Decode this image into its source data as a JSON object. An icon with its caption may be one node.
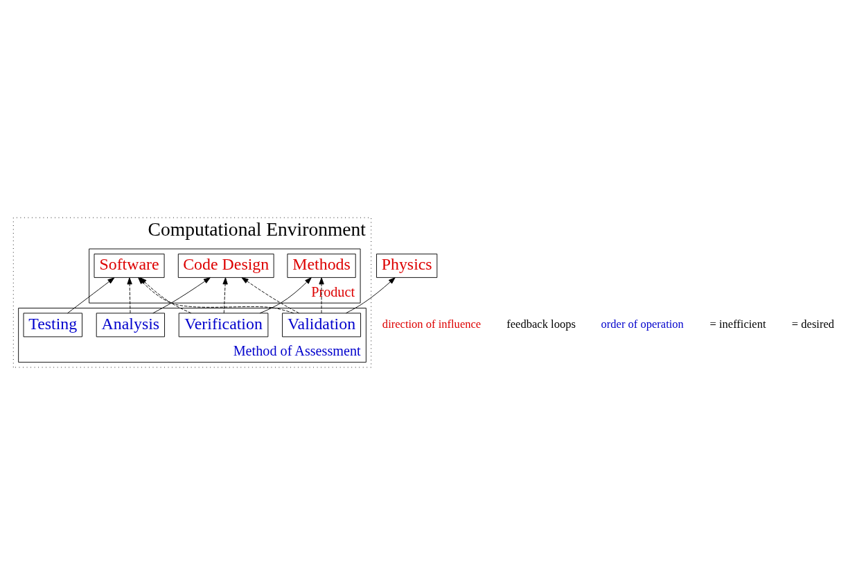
{
  "diagram": {
    "nodes": [
      {
        "text": [
          "Physics"
        ]
      },
      {
        "text": [
          "Computational Environment"
        ]
      },
      {
        "text": [
          "Product"
        ],
        "in": 1
      },
      {
        "text": [
          "Methods"
        ],
        "in": 2
      },
      {
        "text": [
          "Code Design"
        ],
        "in": 2
      },
      {
        "text": [
          "Software"
        ],
        "in": 2
      },
      {
        "text": [
          "Method of Assessment"
        ],
        "in": 1
      },
      {
        "text": [
          "Testing"
        ],
        "in": 6
      },
      {
        "text": [
          "Analysis"
        ],
        "in": 6
      },
      {
        "text": [
          "Verification"
        ],
        "in": 6
      },
      {
        "text": [
          "Validation"
        ],
        "in": 6
      }
    ],
    "edges": [
      {
        "from": 10,
        "to": 0,
        "arrow": "to"
      },
      {
        "from": 10,
        "to": 3,
        "arrow": "to",
        "style": "dashed"
      },
      {
        "from": 9,
        "to": 3,
        "arrow": "to"
      },
      {
        "from": 10,
        "to": 4,
        "arrow": "to",
        "style": "dashed"
      },
      {
        "from": 9,
        "to": 4,
        "arrow": "to",
        "style": "dashed"
      },
      {
        "from": 8,
        "to": 4,
        "arrow": "to"
      },
      {
        "from": 10,
        "to": 5,
        "arrow": "to",
        "style": "dashed"
      },
      {
        "from": 9,
        "to": 5,
        "arrow": "to",
        "style": "dashed"
      },
      {
        "from": 8,
        "to": 5,
        "arrow": "to",
        "style": "dashed"
      },
      {
        "from": 7,
        "to": 5,
        "arrow": "to"
      }
    ],
    "labels": [
      "direction of influence",
      "feedback loops",
      "order of operation"
    ],
    "legend": [
      {
        "text": "= inefficient"
      },
      {
        "text": "= desired"
      }
    ]
  }
}
